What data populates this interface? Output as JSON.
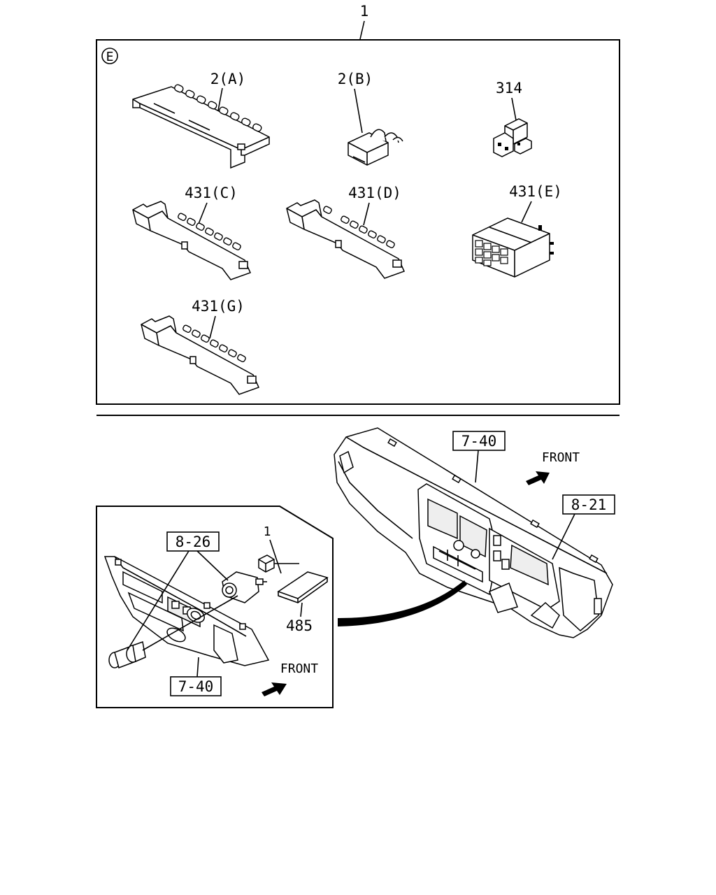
{
  "labels": {
    "assembly": "1",
    "view_marker": "E",
    "p2a": "2(A)",
    "p2b": "2(B)",
    "p314": "314",
    "p431c": "431(C)",
    "p431d": "431(D)",
    "p431e": "431(E)",
    "p431g": "431(G)",
    "ref_7_40_dash": "7-40",
    "front_dash": "FRONT",
    "ref_8_21": "8-21",
    "ref_8_26": "8-26",
    "detail_1": "1",
    "p485": "485",
    "ref_7_40_panel": "7-40",
    "front_panel": "FRONT"
  }
}
